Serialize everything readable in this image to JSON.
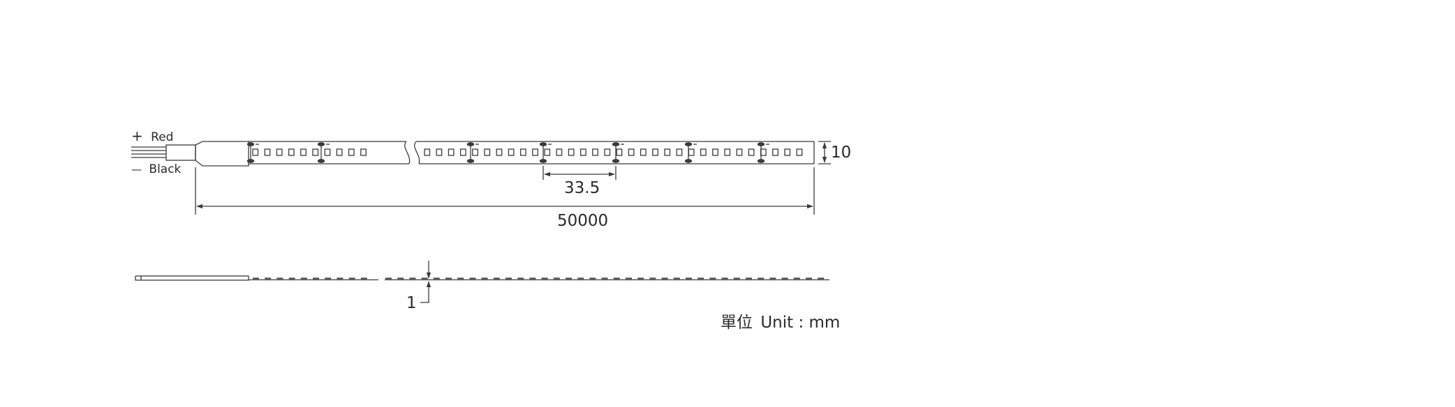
{
  "wires": {
    "positive": {
      "symbol": "+",
      "label": "Red"
    },
    "negative": {
      "symbol": "—",
      "label": "Black"
    }
  },
  "dimensions": {
    "width": "10",
    "cut_unit": "33.5",
    "total_length": "50000",
    "thickness": "1"
  },
  "unit": {
    "cjk": "單位",
    "text": "Unit : mm"
  },
  "colors": {
    "line": "#3a3a3a",
    "background": "#ffffff"
  }
}
